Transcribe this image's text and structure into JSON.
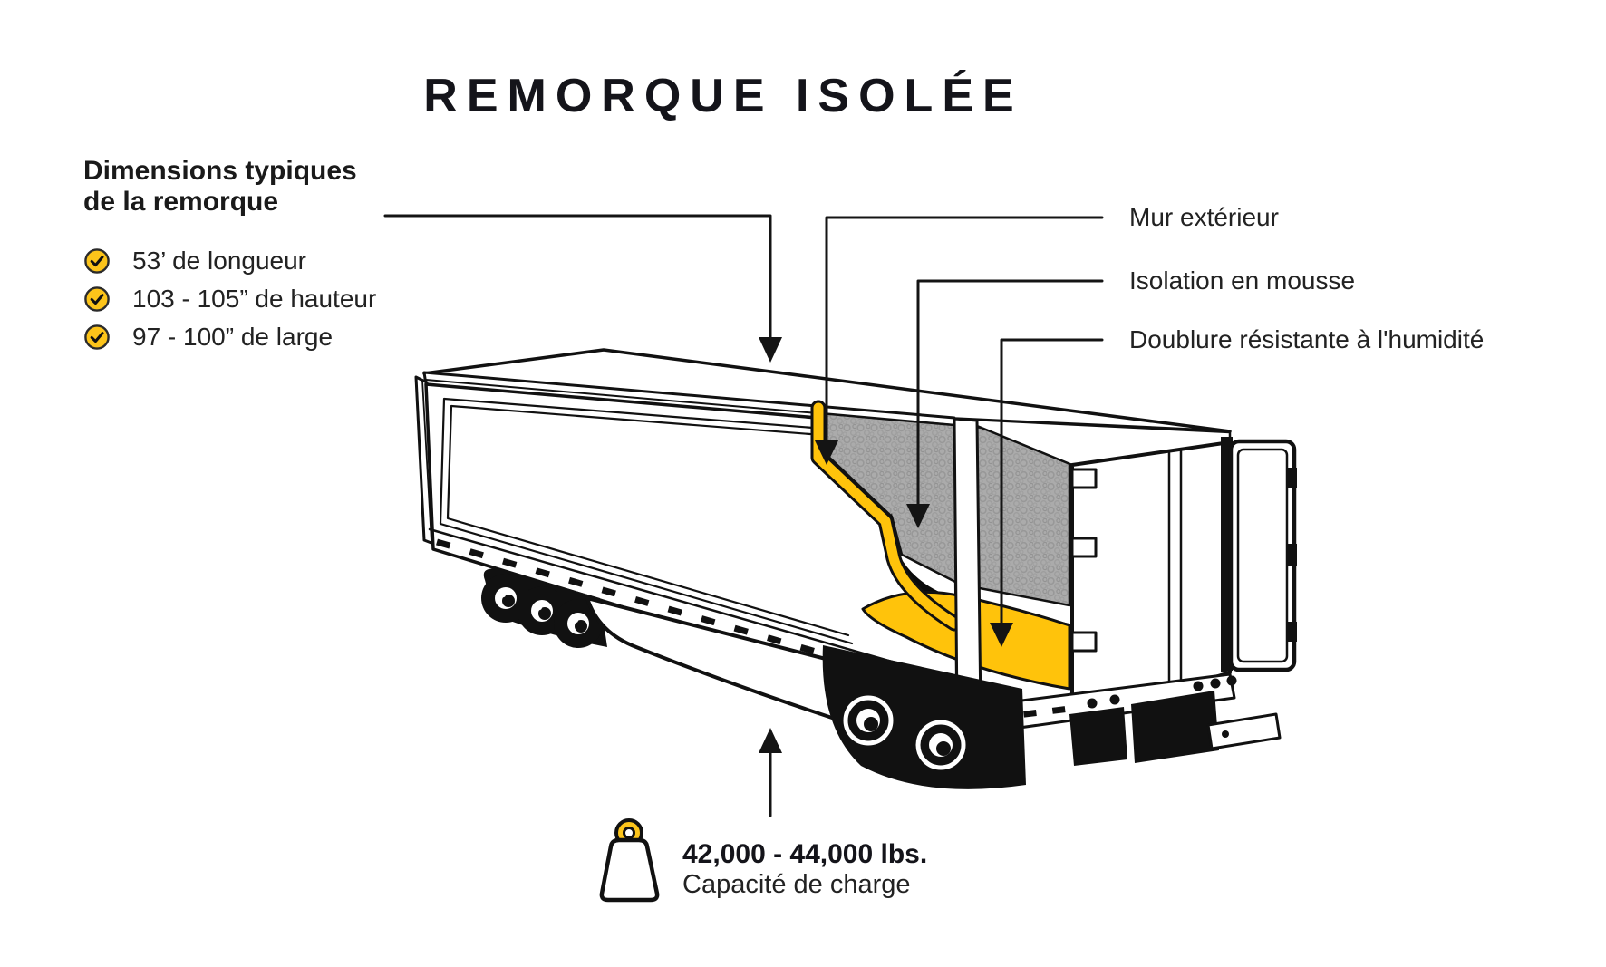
{
  "title": "REMORQUE ISOLÉE",
  "dimensions": {
    "heading_line1": "Dimensions typiques",
    "heading_line2": "de la remorque",
    "items": [
      "53’ de longueur",
      "103 - 105” de hauteur",
      "97 - 100” de large"
    ]
  },
  "callouts": {
    "exterior_wall": "Mur extérieur",
    "foam_insulation": "Isolation en mousse",
    "moisture_liner": "Doublure résistante à l'humidité"
  },
  "capacity": {
    "range": "42,000 - 44,000 lbs.",
    "label": "Capacité de charge"
  },
  "colors": {
    "accent_yellow": "#FFC30B",
    "check_yellow": "#FCC41A",
    "foam_gray": "#ABABAB",
    "ink": "#111111"
  }
}
